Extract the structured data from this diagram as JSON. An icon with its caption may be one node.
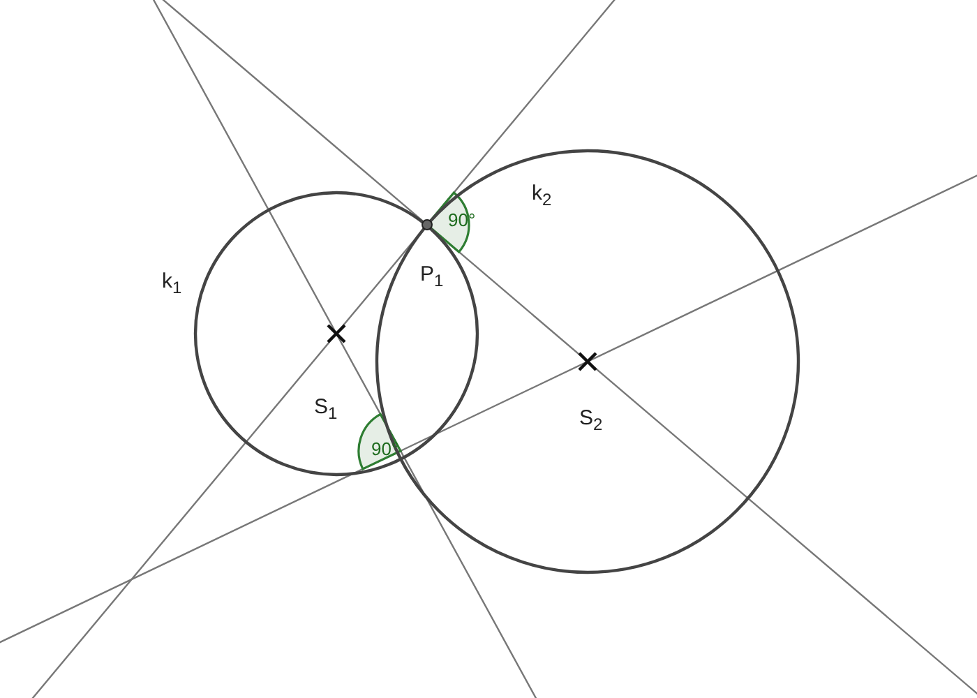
{
  "diagram": {
    "labels": [
      "k$_{1}$",
      "k$_{2}$",
      "P$_{1}$",
      "S$_{1}$",
      "S$_{2}$",
      "90°",
      "90°"
    ]
  }
}
